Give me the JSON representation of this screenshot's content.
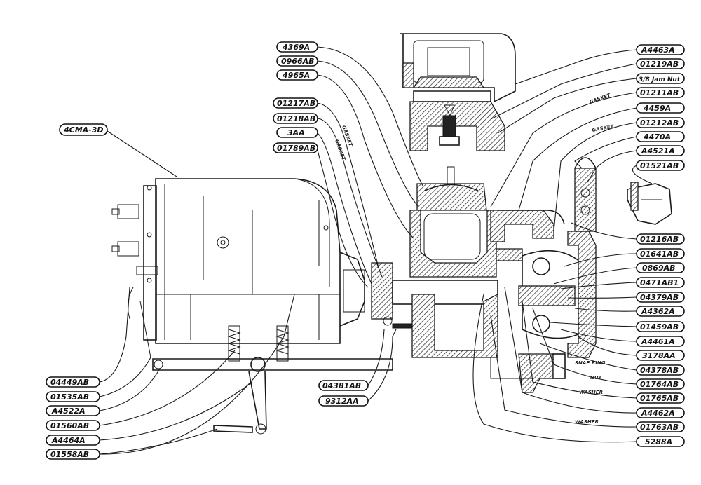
{
  "diagram": {
    "labels": [
      {
        "id": "4369A"
      },
      {
        "id": "0966AB"
      },
      {
        "id": "4965A"
      },
      {
        "id": "01217AB"
      },
      {
        "id": "01218AB"
      },
      {
        "id": "3AA"
      },
      {
        "id": "01789AB"
      },
      {
        "id": "4CMA-3D"
      },
      {
        "id": "A4463A"
      },
      {
        "id": "01219AB"
      },
      {
        "id": "3/8 Jam Nut"
      },
      {
        "id": "01211AB"
      },
      {
        "id": "4459A"
      },
      {
        "id": "01212AB"
      },
      {
        "id": "4470A"
      },
      {
        "id": "A4521A"
      },
      {
        "id": "01521AB"
      },
      {
        "id": "01216AB"
      },
      {
        "id": "01641AB"
      },
      {
        "id": "0869AB"
      },
      {
        "id": "0471AB1"
      },
      {
        "id": "04379AB"
      },
      {
        "id": "A4362A"
      },
      {
        "id": "01459AB"
      },
      {
        "id": "A4461A"
      },
      {
        "id": "3178AA"
      },
      {
        "id": "04378AB"
      },
      {
        "id": "01764AB"
      },
      {
        "id": "01765AB"
      },
      {
        "id": "A4462A"
      },
      {
        "id": "01763AB"
      },
      {
        "id": "5288A"
      },
      {
        "id": "04449AB"
      },
      {
        "id": "01535AB"
      },
      {
        "id": "A4522A"
      },
      {
        "id": "01560AB"
      },
      {
        "id": "A4464A"
      },
      {
        "id": "01558AB"
      },
      {
        "id": "04381AB"
      },
      {
        "id": "9312AA"
      }
    ],
    "notes": {
      "gasket1": "GASKET",
      "gasket2": "GASKET",
      "gasket3": "GASKET",
      "gasket4": "GASKET",
      "gasket5": "GASKET",
      "snap_ring": "SNAP RING",
      "nut": "NUT",
      "washer1": "WASHER",
      "washer2": "WASHER"
    }
  }
}
